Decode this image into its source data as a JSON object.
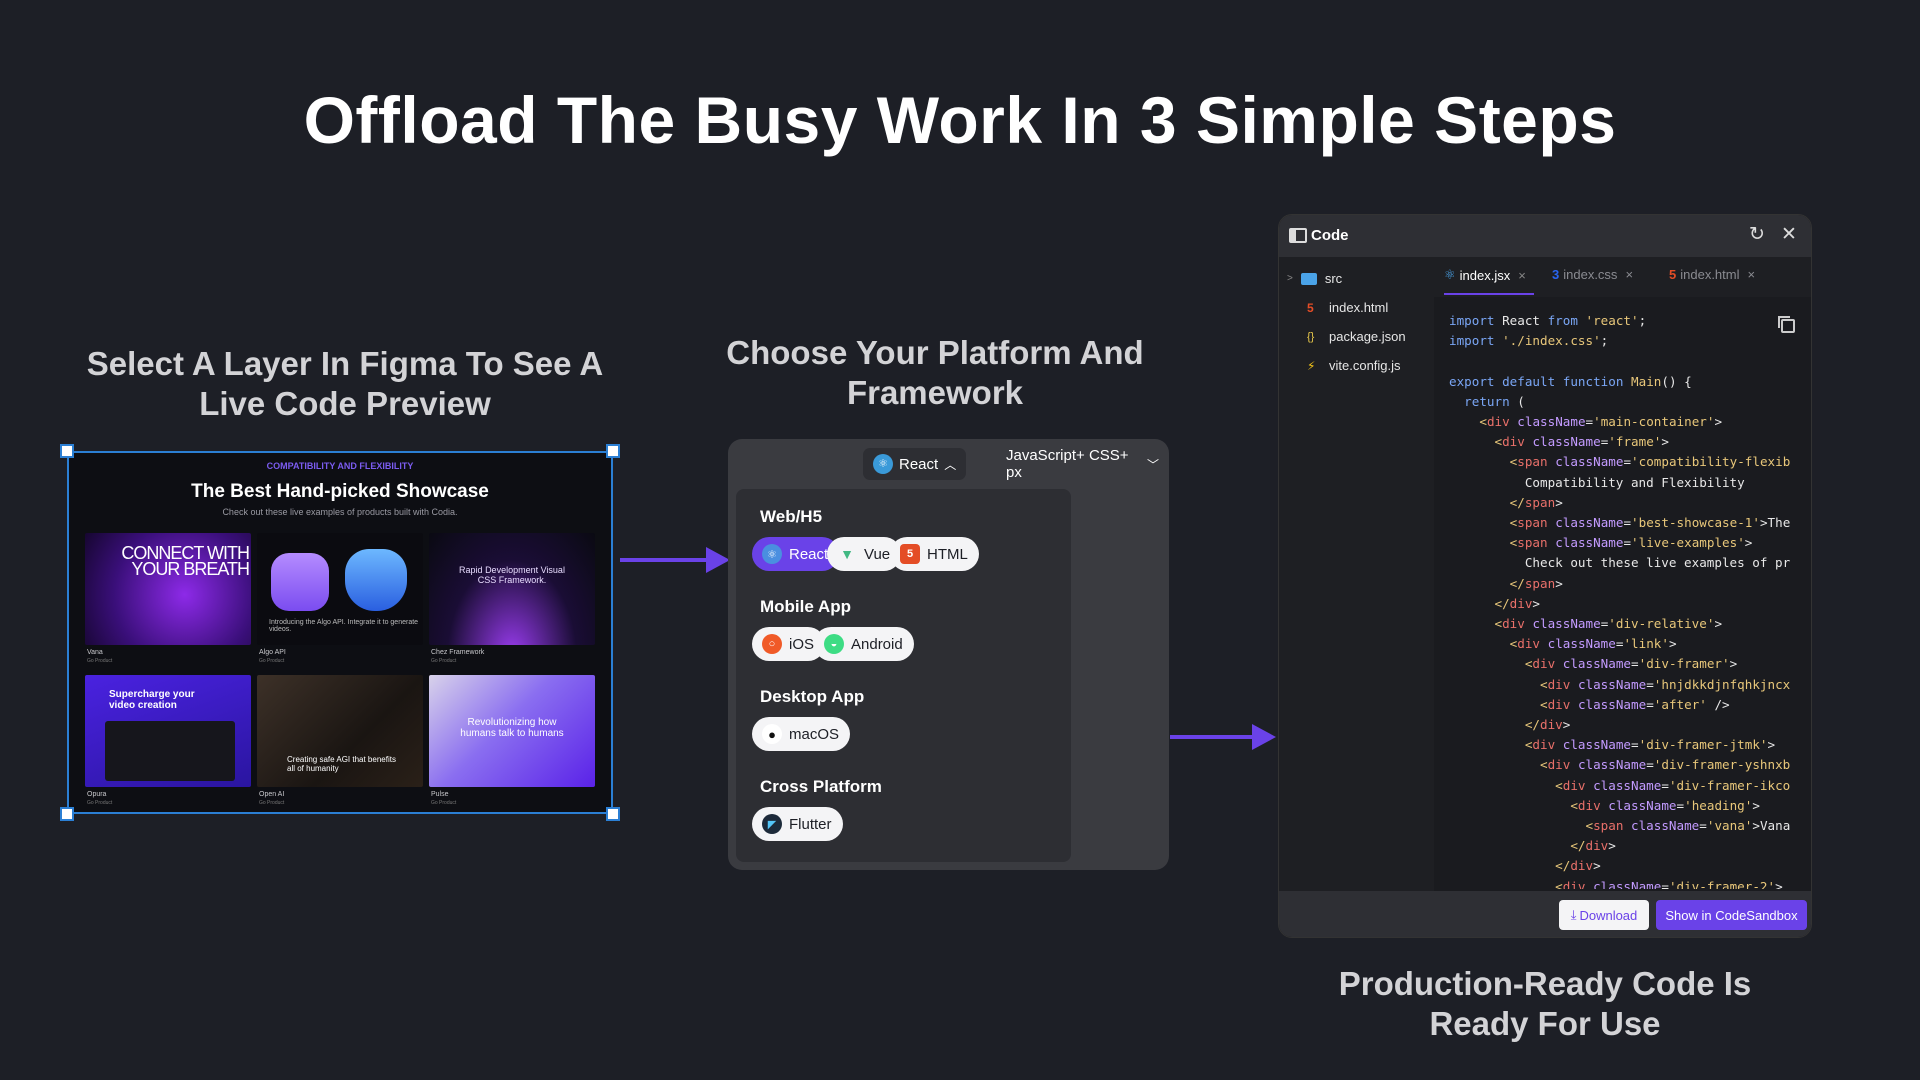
{
  "title": "Offload The Busy Work In 3 Simple Steps",
  "steps": {
    "step1": "Select A Layer In Figma To See A Live Code Preview",
    "step2": "Choose Your Platform And Framework",
    "step3": "Production-Ready Code Is Ready For Use"
  },
  "figma_preview": {
    "tag": "COMPATIBILITY AND FLEXIBILITY",
    "title": "The Best Hand-picked Showcase",
    "subtitle": "Check out these live examples of products built with Codia.",
    "cards": [
      {
        "headline": "CONNECT WITH YOUR BREATH",
        "caption": "Vana",
        "sub": "Go Product"
      },
      {
        "headline": "Introducing the Algo API.   Integrate it to generate videos.",
        "caption": "Algo API",
        "sub": "Go Product"
      },
      {
        "headline": "Rapid Development Visual CSS Framework.",
        "caption": "Chez Framework",
        "sub": "Go Product"
      },
      {
        "headline": "Supercharge your video creation",
        "caption": "Opura",
        "sub": "Go Product"
      },
      {
        "headline": "Creating safe AGI that benefits all of humanity",
        "caption": "Open AI",
        "sub": "Go Product"
      },
      {
        "headline": "Revolutionizing how humans talk to humans",
        "caption": "Pulse",
        "sub": "Go Product"
      }
    ]
  },
  "platform": {
    "framework_select": "React",
    "language_select": "JavaScript+ CSS+ px",
    "sections": [
      {
        "heading": "Web/H5",
        "options": [
          {
            "label": "React",
            "icon": "react-icon",
            "active": true
          },
          {
            "label": "Vue",
            "icon": "vue-icon",
            "active": false
          },
          {
            "label": "HTML",
            "icon": "html5-icon",
            "active": false
          }
        ]
      },
      {
        "heading": "Mobile App",
        "options": [
          {
            "label": "iOS",
            "icon": "ios-icon",
            "active": false
          },
          {
            "label": "Android",
            "icon": "android-icon",
            "active": false
          }
        ]
      },
      {
        "heading": "Desktop App",
        "options": [
          {
            "label": "macOS",
            "icon": "apple-icon",
            "active": false
          }
        ]
      },
      {
        "heading": "Cross Platform",
        "options": [
          {
            "label": "Flutter",
            "icon": "flutter-icon",
            "active": false
          }
        ]
      }
    ]
  },
  "code_window": {
    "title": "Code",
    "tree": [
      {
        "label": "src",
        "icon": "folder-icon"
      },
      {
        "label": "index.html",
        "icon": "html5-icon"
      },
      {
        "label": "package.json",
        "icon": "json-icon"
      },
      {
        "label": "vite.config.js",
        "icon": "vite-icon"
      }
    ],
    "tabs": [
      {
        "label": "index.jsx",
        "icon": "react-icon",
        "active": true
      },
      {
        "label": "index.css",
        "icon": "css3-icon",
        "active": false
      },
      {
        "label": "index.html",
        "icon": "html5-icon",
        "active": false
      }
    ],
    "code_lines": [
      "import React from 'react';",
      "import './index.css';",
      "",
      "export default function Main() {",
      "  return (",
      "    <div className='main-container'>",
      "      <div className='frame'>",
      "        <span className='compatibility-flexib",
      "          Compatibility and Flexibility",
      "        </span>",
      "        <span className='best-showcase-1'>The",
      "        <span className='live-examples'>",
      "          Check out these live examples of pr",
      "        </span>",
      "      </div>",
      "      <div className='div-relative'>",
      "        <div className='link'>",
      "          <div className='div-framer'>",
      "            <div className='hnjdkkdjnfqhkjncx",
      "            <div className='after' />",
      "          </div>",
      "          <div className='div-framer-jtmk'>",
      "            <div className='div-framer-yshnxb",
      "              <div className='div-framer-ikco",
      "                <div className='heading'>",
      "                  <span className='vana'>Vana",
      "                </div>",
      "              </div>",
      "              <div className='div-framer-2'>"
    ],
    "download_label": "Download",
    "sandbox_label": "Show in CodeSandbox"
  },
  "colors": {
    "accent": "#6a42e8",
    "selection": "#2b7fd4",
    "background": "#1d1f26"
  }
}
